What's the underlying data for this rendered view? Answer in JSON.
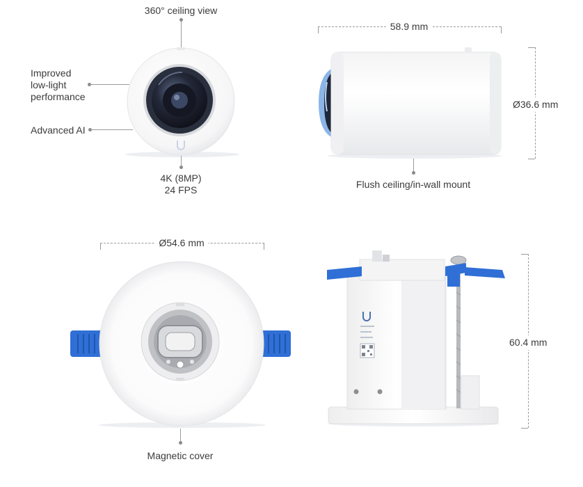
{
  "callouts": {
    "ceiling_view": "360° ceiling view",
    "lowlight_1": "Improved",
    "lowlight_2": "low-light",
    "lowlight_3": "performance",
    "advanced_ai": "Advanced AI",
    "resolution": "4K (8MP)",
    "fps": "24 FPS",
    "mount": "Flush ceiling/in-wall mount",
    "magnetic_cover": "Magnetic cover"
  },
  "dimensions": {
    "camera_length": "58.9 mm",
    "camera_diameter": "Ø36.6 mm",
    "mount_diameter": "Ø54.6 mm",
    "mount_height": "60.4 mm"
  },
  "colors": {
    "body": "#ffffff",
    "shadow": "#e6e7ea",
    "lens": "#1c2030",
    "clip_blue": "#2f6fd6"
  },
  "icons": [
    "ubiquiti-logo-icon",
    "qr-code-icon"
  ]
}
